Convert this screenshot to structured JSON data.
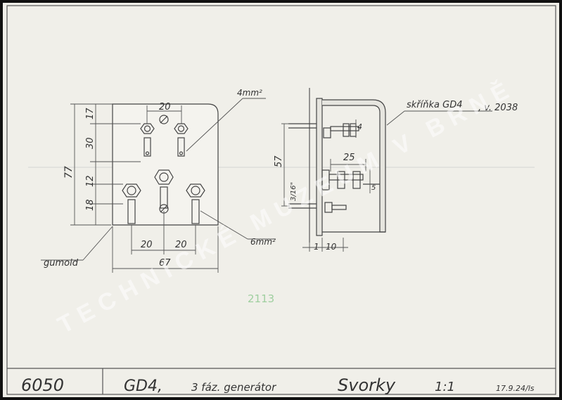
{
  "drawing": {
    "left_view": {
      "dim_top": "20",
      "dim_heights": [
        "17",
        "30",
        "12",
        "18"
      ],
      "dim_total_height": "77",
      "dim_bottom_spacing": [
        "20",
        "20"
      ],
      "dim_total_width": "67",
      "label_wire_small": "4mm²",
      "label_wire_large": "6mm²",
      "label_material": "gumoid"
    },
    "right_view": {
      "label_box": "skříňka GD4",
      "label_ref": ", v. 2038",
      "dim_height": "57",
      "dim_spacing": "25",
      "dim_bolt": "4",
      "dim_nut": "5",
      "dim_thread": "3/16\"",
      "dim_plate": "1",
      "dim_depth": "10"
    },
    "stamp": "2113"
  },
  "title_block": {
    "number": "6050",
    "device": "GD4,",
    "description": "3 fáz. generátor",
    "name": "Svorky",
    "scale": "1:1",
    "date": "17.9.24/ls"
  },
  "watermark": "TECHNICKÉ MUZEUM V BRNĚ",
  "colors": {
    "paper": "#f0efe9",
    "ink": "#4a4a4a",
    "border": "#111111"
  }
}
